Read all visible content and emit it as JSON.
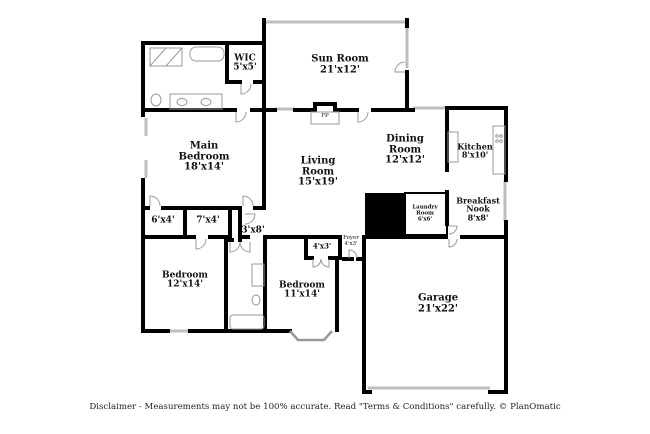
{
  "plan": {
    "rooms": [
      {
        "id": "sun-room",
        "name": "Sun Room",
        "dims": "21'x12'"
      },
      {
        "id": "wic",
        "name": "WIC",
        "dims": "5'x5'"
      },
      {
        "id": "main-bedroom",
        "name": "Main Bedroom",
        "name_line1": "Main",
        "name_line2": "Bedroom",
        "dims": "18'x14'"
      },
      {
        "id": "living-room",
        "name": "Living Room",
        "name_line1": "Living",
        "name_line2": "Room",
        "dims": "15'x19'"
      },
      {
        "id": "dining-room",
        "name": "Dining Room",
        "name_line1": "Dining",
        "name_line2": "Room",
        "dims": "12'x12'"
      },
      {
        "id": "kitchen",
        "name": "Kitchen",
        "dims": "8'x10'"
      },
      {
        "id": "breakfast-nook",
        "name": "Breakfast Nook",
        "name_line1": "Breakfast",
        "name_line2": "Nook",
        "dims": "8'x8'"
      },
      {
        "id": "laundry-room",
        "name": "Laundry Room",
        "name_line1": "Laundry",
        "name_line2": "Room",
        "dims": "6'x6'"
      },
      {
        "id": "closet-6x4",
        "name": "",
        "dims": "6'x4'"
      },
      {
        "id": "closet-7x4",
        "name": "",
        "dims": "7'x4'"
      },
      {
        "id": "closet-3x8",
        "name": "",
        "dims": "3'x8'"
      },
      {
        "id": "bedroom-2",
        "name": "Bedroom",
        "dims": "12'x14'"
      },
      {
        "id": "bedroom-3",
        "name": "Bedroom",
        "dims": "11'x14'"
      },
      {
        "id": "closet-4x3",
        "name": "",
        "dims": "4'x3'"
      },
      {
        "id": "foyer",
        "name": "Foyer",
        "dims": "4'x3'"
      },
      {
        "id": "garage",
        "name": "Garage",
        "dims": "21'x22'"
      }
    ],
    "fixtures": {
      "fireplace": "FP"
    },
    "colors": {
      "wall": "#000000",
      "window": "#bbbbbb",
      "fixture": "#999999",
      "background": "#ffffff"
    }
  },
  "footer": {
    "disclaimer": "Disclaimer - Measurements may not be 100% accurate. Read \"Terms & Conditions\" carefully. © PlanOmatic"
  }
}
